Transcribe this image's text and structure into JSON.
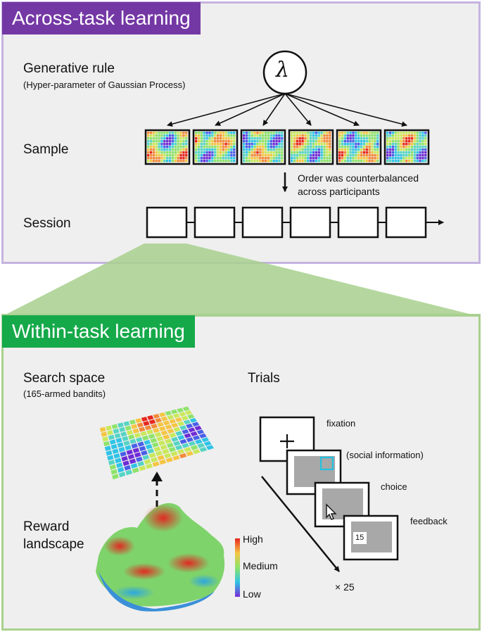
{
  "across": {
    "title": "Across-task learning",
    "generative_rule": "Generative rule",
    "generative_rule_sub": "(Hyper-parameter of Gaussian Process)",
    "lambda": "λ",
    "sample": "Sample",
    "order_note_line1": "Order was counterbalanced",
    "order_note_line2": "across participants",
    "session": "Session"
  },
  "within": {
    "title": "Within-task learning",
    "search_space": "Search space",
    "search_space_sub": "(165-armed bandits)",
    "reward_line1": "Reward",
    "reward_line2": "landscape",
    "colorbar": {
      "high": "High",
      "medium": "Medium",
      "low": "Low"
    },
    "trials": "Trials",
    "fixation": "fixation",
    "social": "(social information)",
    "choice": "choice",
    "feedback": "feedback",
    "feedback_value": "15",
    "repeat": "× 25"
  },
  "colors": {
    "across_accent": "#7438a5",
    "within_accent": "#16a94a",
    "across_border": "#c4b4df",
    "within_border": "#a8d08e",
    "social_highlight": "#22c1e0"
  }
}
